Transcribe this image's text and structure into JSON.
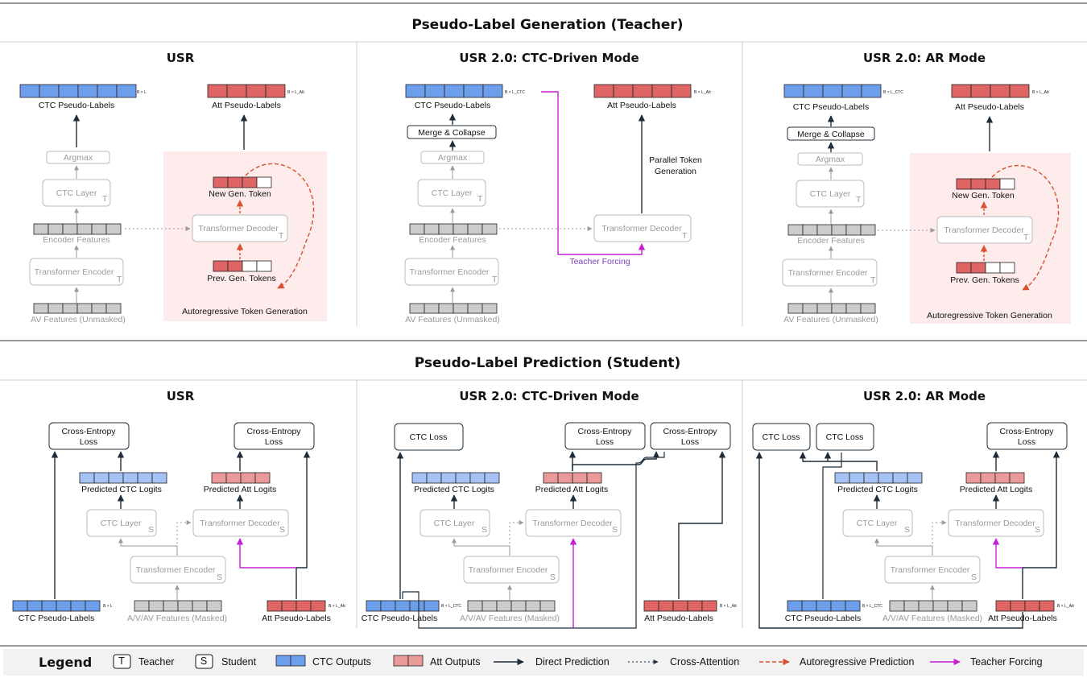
{
  "teacher_section": {
    "title": "Pseudo-Label Generation (Teacher)",
    "panels": [
      {
        "title": "USR"
      },
      {
        "title": "USR 2.0: CTC-Driven Mode"
      },
      {
        "title": "USR 2.0: AR Mode"
      }
    ]
  },
  "student_section": {
    "title": "Pseudo-Label Prediction (Student)",
    "panels": [
      {
        "title": "USR"
      },
      {
        "title": "USR 2.0: CTC-Driven Mode"
      },
      {
        "title": "USR 2.0: AR Mode"
      }
    ]
  },
  "labels": {
    "ctc_pseudo_labels": "CTC Pseudo-Labels",
    "att_pseudo_labels": "Att Pseudo-Labels",
    "argmax": "Argmax",
    "ctc_layer": "CTC Layer",
    "encoder_features": "Encoder Features",
    "transformer_encoder": "Transformer Encoder",
    "transformer_decoder": "Transformer Decoder",
    "av_features_unmasked": "AV Features (Unmasked)",
    "new_gen_token": "New Gen. Token",
    "prev_gen_tokens": "Prev. Gen. Tokens",
    "autoregressive_token_generation": "Autoregressive Token Generation",
    "merge_collapse": "Merge & Collapse",
    "parallel_token_generation_1": "Parallel Token",
    "parallel_token_generation_2": "Generation",
    "teacher_forcing": "Teacher Forcing",
    "cross_entropy_1": "Cross-Entropy",
    "cross_entropy_2": "Loss",
    "ctc_loss": "CTC Loss",
    "predicted_ctc_logits": "Predicted CTC Logits",
    "predicted_att_logits": "Predicted Att Logits",
    "av_features_masked": "A/V/AV Features (Masked)",
    "sub_t": "T",
    "sub_s": "S",
    "dim_ctc": "B × L",
    "dim_ctc_2": "B × L_CTC",
    "dim_att": "B × L_Att",
    "dim_att_2": "B × L_Att"
  },
  "legend": {
    "title": "Legend",
    "teacher_box": "T",
    "teacher": "Teacher",
    "student_box": "S",
    "student": "Student",
    "ctc_outputs": "CTC Outputs",
    "att_outputs": "Att Outputs",
    "direct_prediction": "Direct Prediction",
    "cross_attention": "Cross-Attention",
    "autoregressive_prediction": "Autoregressive Prediction",
    "teacher_forcing": "Teacher Forcing"
  },
  "colors": {
    "ctc_blue": "#6d9eeb",
    "ctc_light_blue": "#a4c2f4",
    "att_red": "#e06666",
    "att_light_red": "#ea9999",
    "gray_cells": "#cccccc",
    "purple": "#c51fd6",
    "orange_dash": "#d9502f",
    "pink_bg": "#fdeceb",
    "dark_line": "#1f2d3a"
  }
}
